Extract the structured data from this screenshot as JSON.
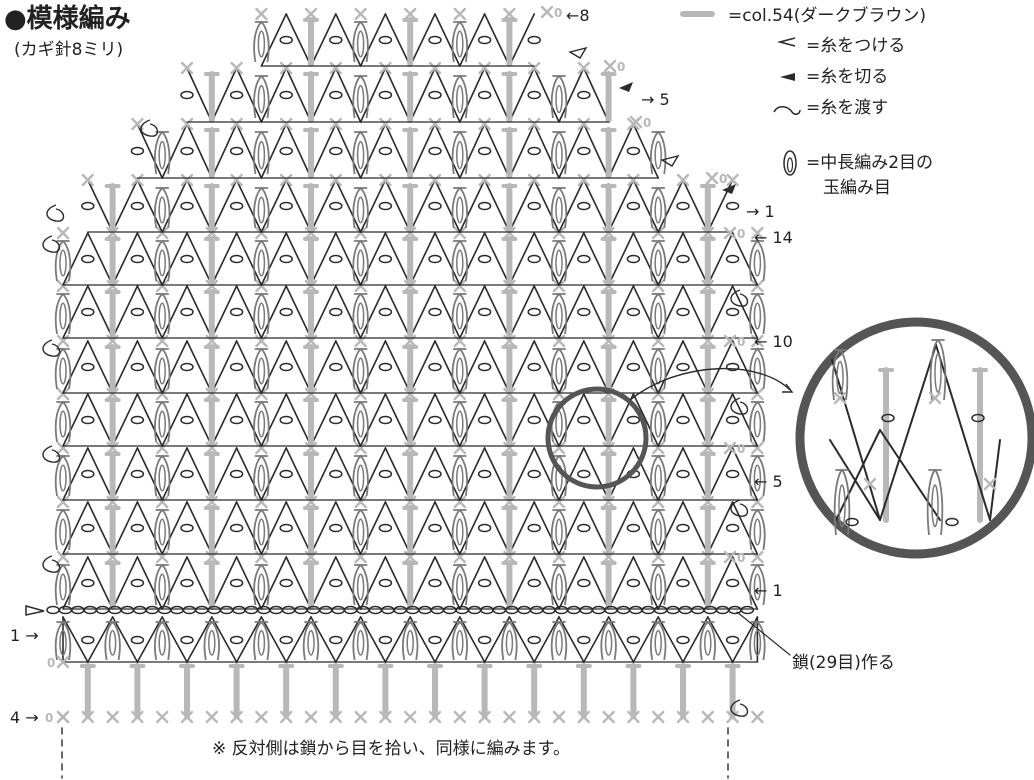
{
  "title": "●模様編み",
  "subtitle": "(カギ針8ミリ)",
  "legend": [
    {
      "symbol": "gray-bar",
      "label": "=col.54(ダークブラウン)"
    },
    {
      "symbol": "open-triangle",
      "label": "=糸をつける"
    },
    {
      "symbol": "filled-triangle",
      "label": "=糸を切る"
    },
    {
      "symbol": "curve",
      "label": "=糸を渡す"
    },
    {
      "symbol": "bobble",
      "label": "=中長編み2目の"
    },
    {
      "symbol": "",
      "label": "玉編み目"
    }
  ],
  "row_labels": {
    "r8": "←8",
    "r5": "→ 5",
    "r1": "→ 1",
    "r14": "← 14",
    "r10": "← 10",
    "r5b": "← 5",
    "r1b": "← 1",
    "r1c": "1 →",
    "r4": "4 →"
  },
  "chain_label": "鎖(29目)作る",
  "note": "※ 反対側は鎖から目を拾い、同様に編みます。",
  "colors": {
    "line": "#2b2b2b",
    "gray": "#b8b8b8",
    "dark_gray": "#7a7a7a"
  }
}
